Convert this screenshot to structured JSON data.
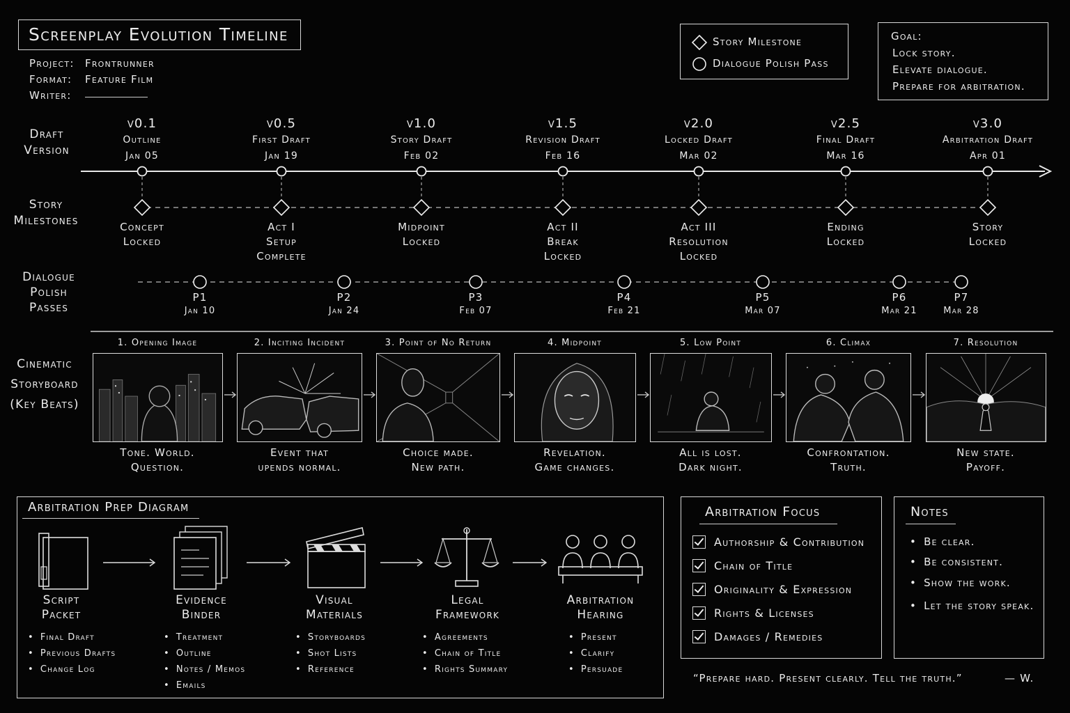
{
  "header": {
    "title": "Screenplay Evolution Timeline",
    "project_label": "Project:",
    "project_value": "Frontrunner",
    "format_label": "Format:",
    "format_value": "Feature Film",
    "writer_label": "Writer:"
  },
  "legend": {
    "milestone_label": "Story Milestone",
    "polish_label": "Dialogue Polish Pass"
  },
  "goal": {
    "heading": "Goal:",
    "lines": [
      "Lock story.",
      "Elevate dialogue.",
      "Prepare for arbitration."
    ]
  },
  "row_labels": {
    "draft": [
      "Draft",
      "Version"
    ],
    "milestones": [
      "Story",
      "Milestones"
    ],
    "polish": [
      "Dialogue",
      "Polish",
      "Passes"
    ],
    "storyboard": [
      "Cinematic",
      "Storyboard",
      "(Key Beats)"
    ]
  },
  "drafts": [
    {
      "version": "v0.1",
      "name": "Outline",
      "date": "Jan 05"
    },
    {
      "version": "v0.5",
      "name": "First Draft",
      "date": "Jan 19"
    },
    {
      "version": "v1.0",
      "name": "Story Draft",
      "date": "Feb 02"
    },
    {
      "version": "v1.5",
      "name": "Revision Draft",
      "date": "Feb 16"
    },
    {
      "version": "v2.0",
      "name": "Locked Draft",
      "date": "Mar 02"
    },
    {
      "version": "v2.5",
      "name": "Final Draft",
      "date": "Mar 16"
    },
    {
      "version": "v3.0",
      "name": "Arbitration Draft",
      "date": "Apr 01"
    }
  ],
  "milestones": [
    {
      "lines": [
        "Concept",
        "Locked"
      ]
    },
    {
      "lines": [
        "Act I",
        "Setup",
        "Complete"
      ]
    },
    {
      "lines": [
        "Midpoint",
        "Locked"
      ]
    },
    {
      "lines": [
        "Act II",
        "Break",
        "Locked"
      ]
    },
    {
      "lines": [
        "Act III",
        "Resolution",
        "Locked"
      ]
    },
    {
      "lines": [
        "Ending",
        "Locked"
      ]
    },
    {
      "lines": [
        "Story",
        "Locked"
      ]
    }
  ],
  "polish_passes": [
    {
      "name": "P1",
      "date": "Jan 10"
    },
    {
      "name": "P2",
      "date": "Jan 24"
    },
    {
      "name": "P3",
      "date": "Feb 07"
    },
    {
      "name": "P4",
      "date": "Feb 21"
    },
    {
      "name": "P5",
      "date": "Mar 07"
    },
    {
      "name": "P6",
      "date": "Mar 21"
    },
    {
      "name": "P7",
      "date": "Mar 28"
    }
  ],
  "beats": [
    {
      "title": "1. Opening Image",
      "caption": [
        "Tone. World.",
        "Question."
      ]
    },
    {
      "title": "2. Inciting Incident",
      "caption": [
        "Event that",
        "upends normal."
      ]
    },
    {
      "title": "3. Point of No Return",
      "caption": [
        "Choice made.",
        "New path."
      ]
    },
    {
      "title": "4. Midpoint",
      "caption": [
        "Revelation.",
        "Game changes."
      ]
    },
    {
      "title": "5. Low Point",
      "caption": [
        "All is lost.",
        "Dark night."
      ]
    },
    {
      "title": "6. Climax",
      "caption": [
        "Confrontation.",
        "Truth."
      ]
    },
    {
      "title": "7. Resolution",
      "caption": [
        "New state.",
        "Payoff."
      ]
    }
  ],
  "arbitration_prep": {
    "title": "Arbitration Prep Diagram",
    "steps": [
      {
        "name": [
          "Script",
          "Packet"
        ],
        "items": [
          "Final Draft",
          "Previous Drafts",
          "Change Log"
        ],
        "icon": "binder-icon"
      },
      {
        "name": [
          "Evidence",
          "Binder"
        ],
        "items": [
          "Treatment",
          "Outline",
          "Notes / Memos",
          "Emails"
        ],
        "icon": "documents-icon"
      },
      {
        "name": [
          "Visual",
          "Materials"
        ],
        "items": [
          "Storyboards",
          "Shot Lists",
          "Reference"
        ],
        "icon": "clapperboard-icon"
      },
      {
        "name": [
          "Legal",
          "Framework"
        ],
        "items": [
          "Agreements",
          "Chain of Title",
          "Rights Summary"
        ],
        "icon": "scales-icon"
      },
      {
        "name": [
          "Arbitration",
          "Hearing"
        ],
        "items": [
          "Present",
          "Clarify",
          "Persuade"
        ],
        "icon": "hearing-icon"
      }
    ]
  },
  "focus": {
    "title": "Arbitration Focus",
    "items": [
      "Authorship & Contribution",
      "Chain of Title",
      "Originality & Expression",
      "Rights & Licenses",
      "Damages / Remedies"
    ]
  },
  "notes": {
    "title": "Notes",
    "items": [
      "Be clear.",
      "Be consistent.",
      "Show the work.",
      "Let the story speak."
    ]
  },
  "quote": {
    "text": "“Prepare hard. Present clearly. Tell the truth.”",
    "author": "— W."
  }
}
